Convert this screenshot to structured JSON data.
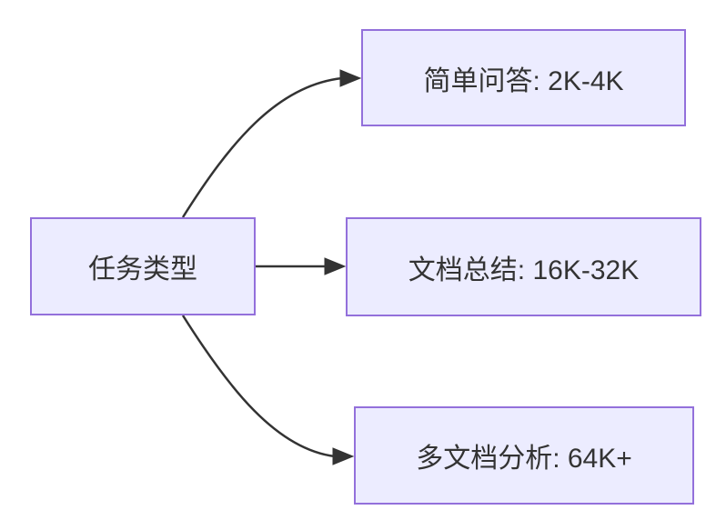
{
  "diagram": {
    "type": "flowchart-lr",
    "root": {
      "label": "任务类型"
    },
    "branches": [
      {
        "label": "简单问答: 2K-4K"
      },
      {
        "label": "文档总结: 16K-32K"
      },
      {
        "label": "多文档分析: 64K+"
      }
    ],
    "colors": {
      "node_fill": "#ECECFF",
      "node_border": "#9370DB",
      "edge": "#333333",
      "text": "#333333",
      "background": "#FFFFFF"
    }
  }
}
